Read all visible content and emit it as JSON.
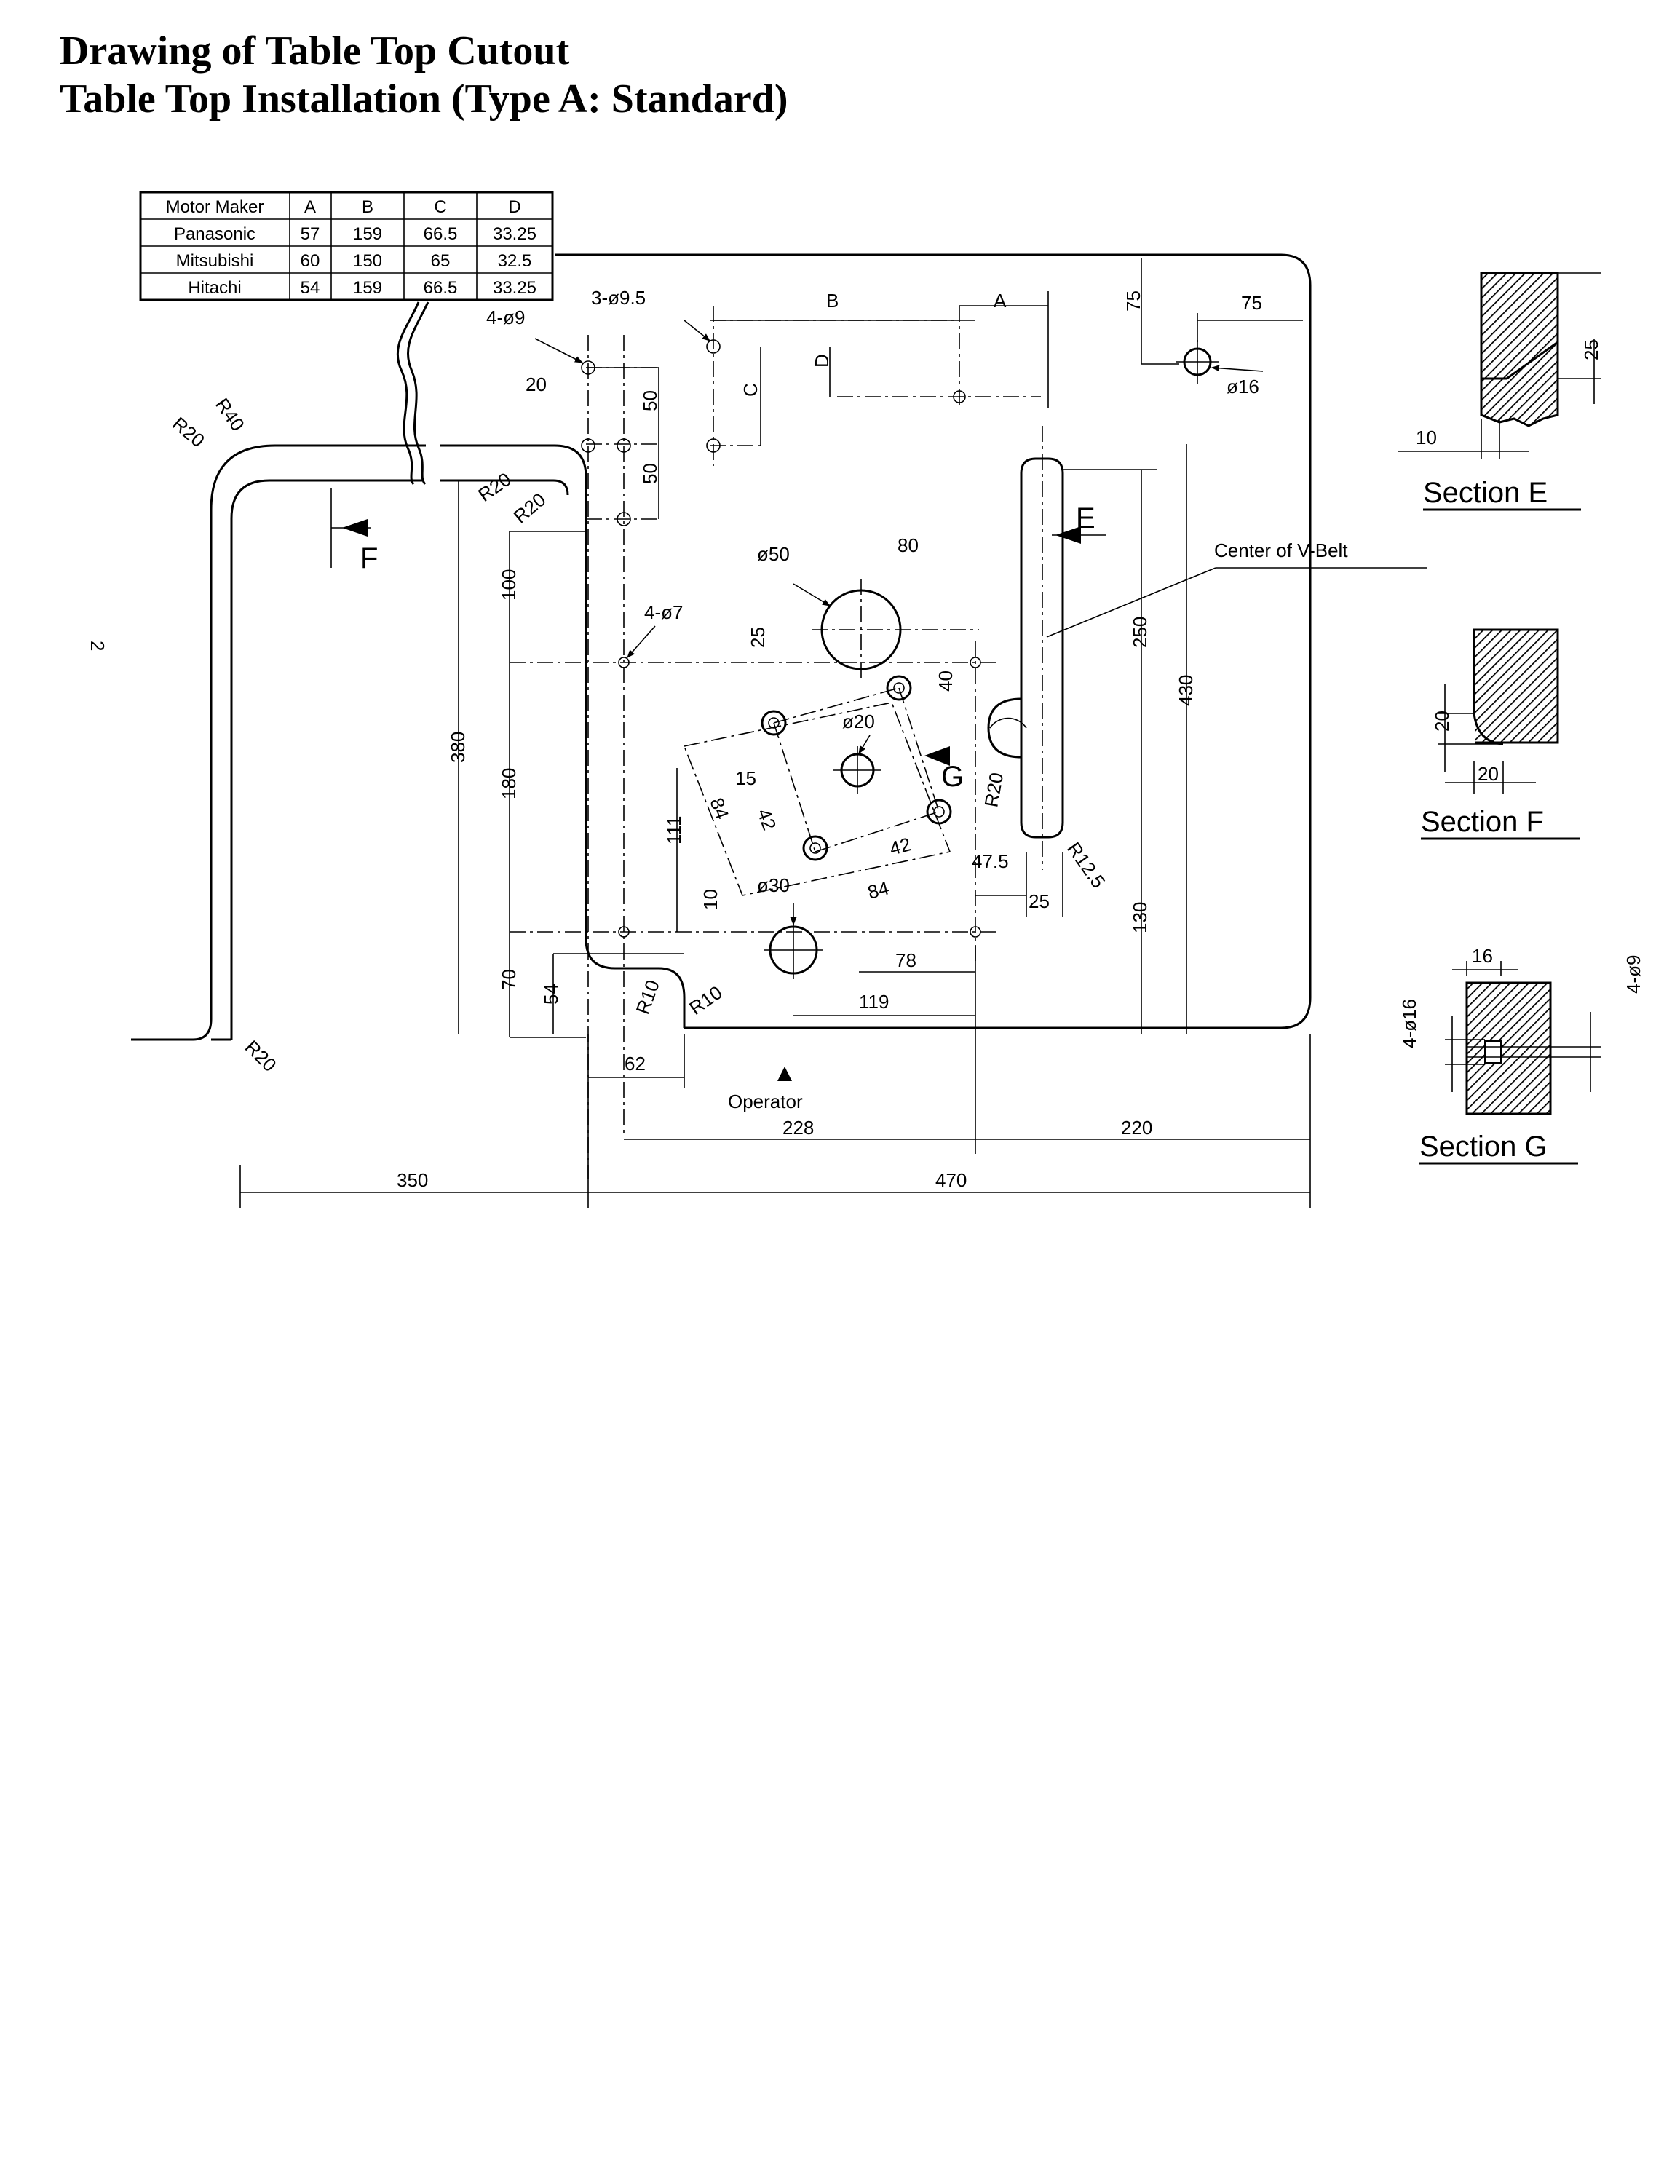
{
  "title": {
    "line1": "Drawing of Table Top Cutout",
    "line2": "Table Top Installation (Type A: Standard)"
  },
  "motor_table": {
    "headers": [
      "Motor Maker",
      "A",
      "B",
      "C",
      "D"
    ],
    "rows": [
      [
        "Panasonic",
        "57",
        "159",
        "66.5",
        "33.25"
      ],
      [
        "Mitsubishi",
        "60",
        "150",
        "65",
        "32.5"
      ],
      [
        "Hitachi",
        "54",
        "159",
        "66.5",
        "33.25"
      ]
    ]
  },
  "labels": {
    "holes_9_5": "3-ø9.5",
    "holes_9": "4-ø9",
    "holes_7": "4-ø7",
    "hole_16": "ø16",
    "hole_50": "ø50",
    "hole_20": "ø20",
    "hole_30": "ø30",
    "center_vbelt": "Center of V-Belt",
    "operator": "Operator",
    "letter_a": "A",
    "letter_b": "B",
    "letter_c": "C",
    "letter_d": "D",
    "arrow_e": "E",
    "arrow_f": "F",
    "arrow_g": "G"
  },
  "dimensions": {
    "d75_top": "75",
    "d75_side": "75",
    "d20_top": "20",
    "d50_a": "50",
    "d50_b": "50",
    "r40": "R40",
    "r20_corner_tl": "R20",
    "r20_a": "R20",
    "r20_b": "R20",
    "r20_bottom": "R20",
    "r20_mid": "R20",
    "r10_a": "R10",
    "r10_b": "R10",
    "r12_5": "R12.5",
    "d100": "100",
    "d380": "380",
    "d180": "180",
    "d70": "70",
    "d54": "54",
    "d62": "62",
    "d80": "80",
    "d25_v": "25",
    "d40": "40",
    "d15": "15",
    "d84_a": "84",
    "d42_a": "42",
    "d42_b": "42",
    "d84_b": "84",
    "d111": "111",
    "d10": "10",
    "d78": "78",
    "d119": "119",
    "d47_5": "47.5",
    "d25_h": "25",
    "d250": "250",
    "d430": "430",
    "d130": "130",
    "d228": "228",
    "d220": "220",
    "d350": "350",
    "d470": "470",
    "page_marker": "2"
  },
  "sections": {
    "e": {
      "title": "Section E",
      "d25": "25",
      "d10": "10"
    },
    "f": {
      "title": "Section F",
      "d20_v": "20",
      "d20_h": "20"
    },
    "g": {
      "title": "Section G",
      "d16": "16",
      "holes_9": "4-ø9",
      "holes_16": "4-ø16"
    }
  }
}
